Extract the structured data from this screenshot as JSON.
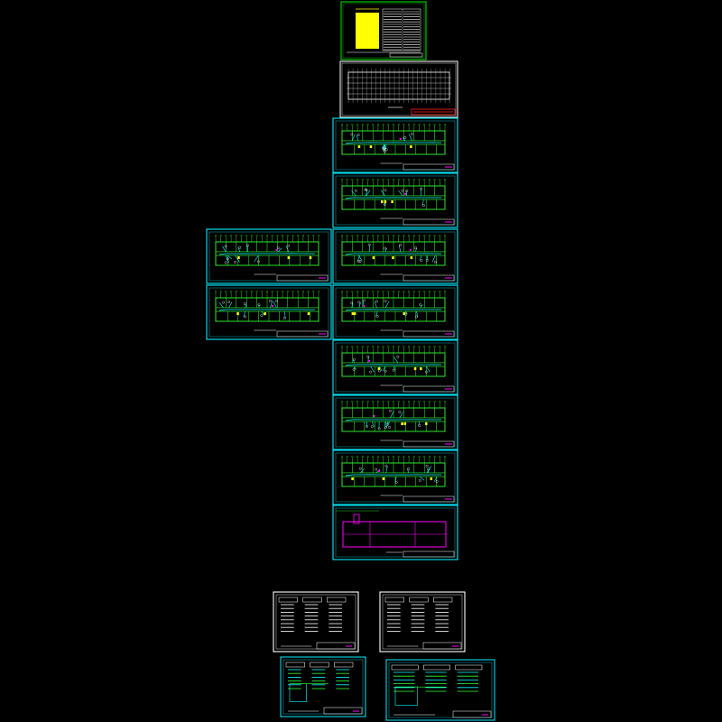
{
  "colors": {
    "background": "#000000",
    "frame_cyan": "#00d8e8",
    "frame_white": "#ffffff",
    "frame_green": "#00c000",
    "wall_green": "#33ff33",
    "pipe_cyan": "#00ffff",
    "accent_yellow": "#ffff00",
    "accent_magenta": "#ff00ff",
    "accent_red": "#ff2020"
  },
  "sheets": {
    "cover": {
      "frame": "green",
      "content": "legend"
    },
    "overall_plan": {
      "frame": "white",
      "content": "grid-plan"
    },
    "floor_plans": [
      "f1",
      "f2",
      "f3",
      "f4",
      "f5",
      "f6",
      "f7",
      "f8",
      "roof"
    ],
    "side_plans": [
      "s1",
      "s2"
    ],
    "system_sheets": [
      "sys1",
      "sys2",
      "sys3",
      "sys4"
    ]
  },
  "icons": {
    "title_block": "title-block-icon",
    "cad_sheet": "cad-sheet-icon"
  }
}
